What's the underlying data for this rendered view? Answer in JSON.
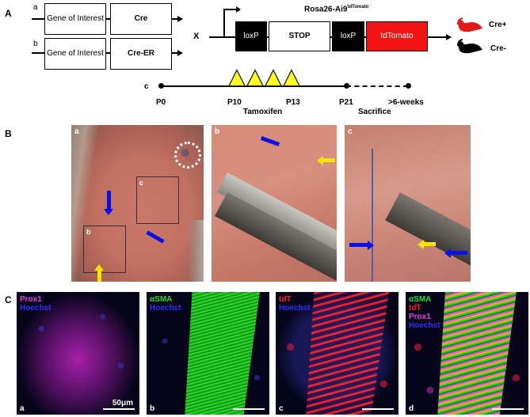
{
  "figure": {
    "panel_A": {
      "letter": "A",
      "construct_a": {
        "label": "a",
        "gene": "Gene of Interest",
        "driver": "Cre"
      },
      "construct_b": {
        "label": "b",
        "gene": "Gene of Interest",
        "driver": "Cre-ER"
      },
      "cross_symbol": "X",
      "reporter": {
        "title": "Rosa26-Ai9",
        "title_superscript": "tdTomato",
        "elements": [
          "loxP",
          "STOP",
          "loxP",
          "tdTomato"
        ]
      },
      "outcomes": [
        {
          "label": "Cre+",
          "color": "#e31a1a"
        },
        {
          "label": "Cre-",
          "color": "#000000"
        }
      ],
      "timeline": {
        "label": "c",
        "points": [
          "P0",
          "P10",
          "P13",
          "P21",
          ">6-weeks"
        ],
        "tamoxifen_label": "Tamoxifen",
        "sacrifice_label": "Sacrifice",
        "injection_count": 4
      }
    },
    "panel_B": {
      "letter": "B",
      "images": [
        {
          "label": "a",
          "insets": [
            "b",
            "c"
          ]
        },
        {
          "label": "b"
        },
        {
          "label": "c"
        }
      ]
    },
    "panel_C": {
      "letter": "C",
      "images": [
        {
          "label": "a",
          "channels": [
            {
              "name": "Prox1",
              "color": "#e040e0"
            },
            {
              "name": "Hoechst",
              "color": "#2a2aff"
            }
          ],
          "scale": "50μm"
        },
        {
          "label": "b",
          "channels": [
            {
              "name": "αSMA",
              "color": "#22dd22"
            },
            {
              "name": "Hoechst",
              "color": "#2a2aff"
            }
          ],
          "scale": ""
        },
        {
          "label": "c",
          "channels": [
            {
              "name": "tdT",
              "color": "#ff2020"
            },
            {
              "name": "Hoechst",
              "color": "#2a2aff"
            }
          ],
          "scale": ""
        },
        {
          "label": "d",
          "channels": [
            {
              "name": "αSMA",
              "color": "#22dd22"
            },
            {
              "name": "tdT",
              "color": "#ff2020"
            },
            {
              "name": "Prox1",
              "color": "#e040e0"
            },
            {
              "name": "Hoechst",
              "color": "#2a2aff"
            }
          ],
          "scale": ""
        }
      ]
    }
  }
}
